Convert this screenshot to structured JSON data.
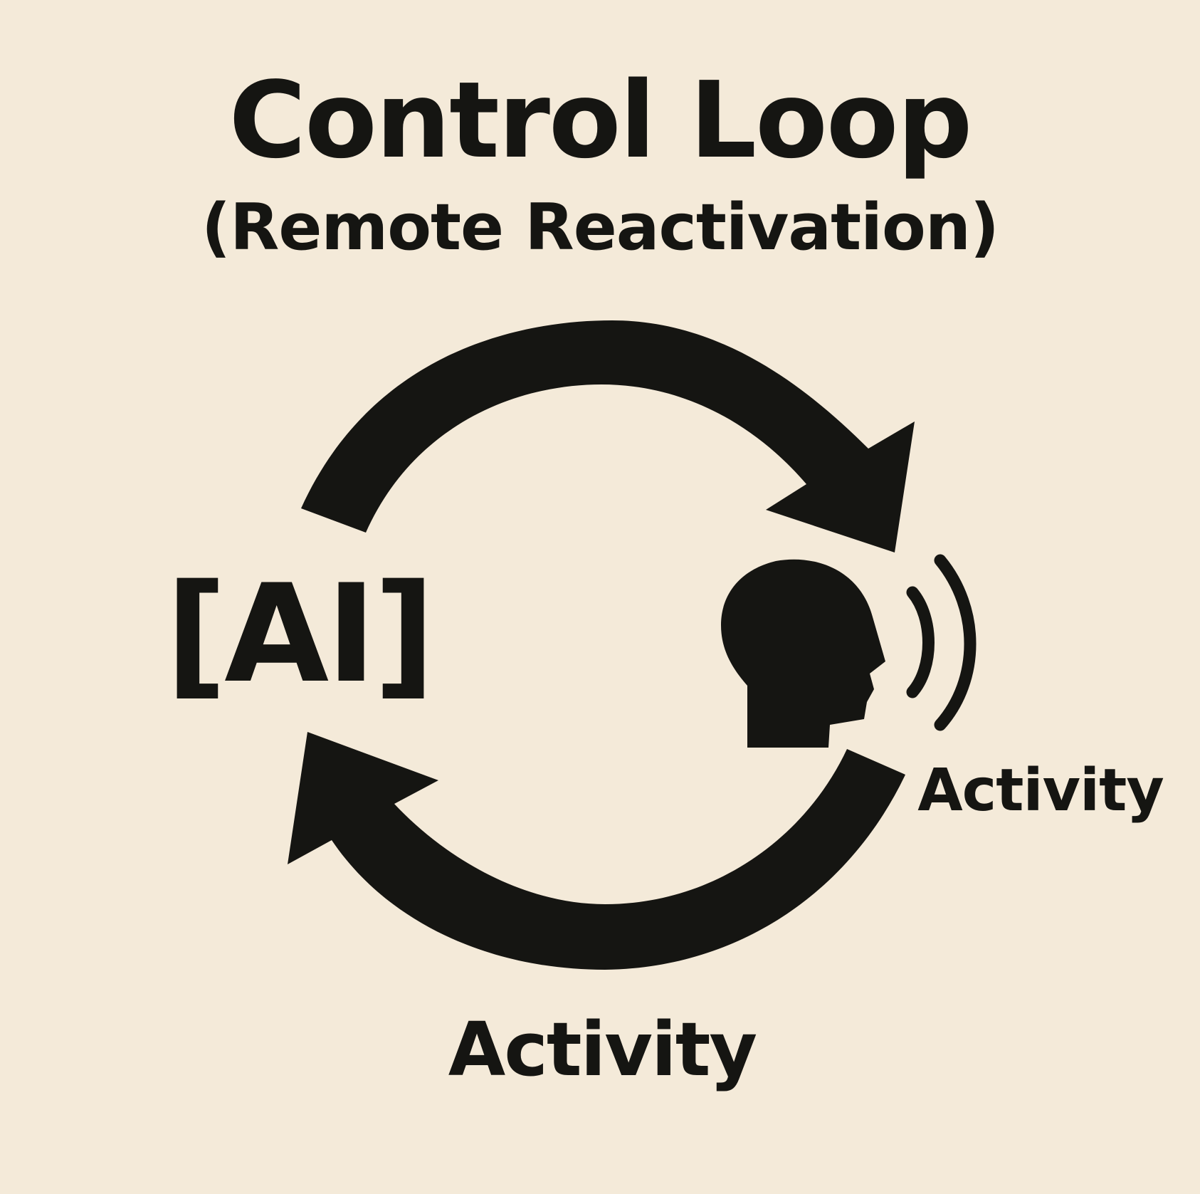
{
  "title": "Control Loop",
  "subtitle": "(Remote Reactivation)",
  "nodes": {
    "ai_label": "[AI]",
    "human_icon": "head-speaking-icon"
  },
  "labels": {
    "activity_right": "Activity",
    "activity_bottom": "Activity"
  },
  "colors": {
    "background": "#f4ead9",
    "ink": "#151512"
  }
}
